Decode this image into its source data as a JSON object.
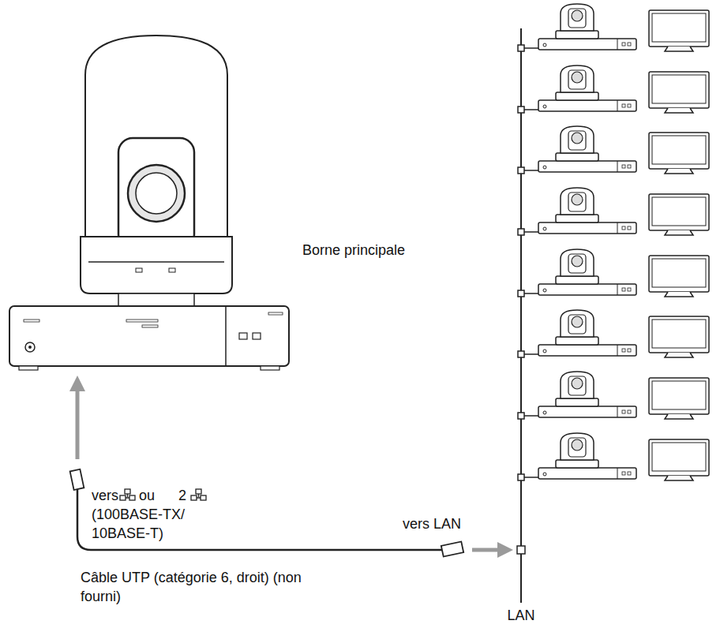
{
  "diagram": {
    "labels": [
      "Borne principale",
      "vers",
      "ou",
      "2",
      "(100BASE-TX/ 10BASE-T)",
      "vers LAN",
      "Câble UTP (catégorie 6, droit) (non fourni)",
      "LAN"
    ]
  }
}
